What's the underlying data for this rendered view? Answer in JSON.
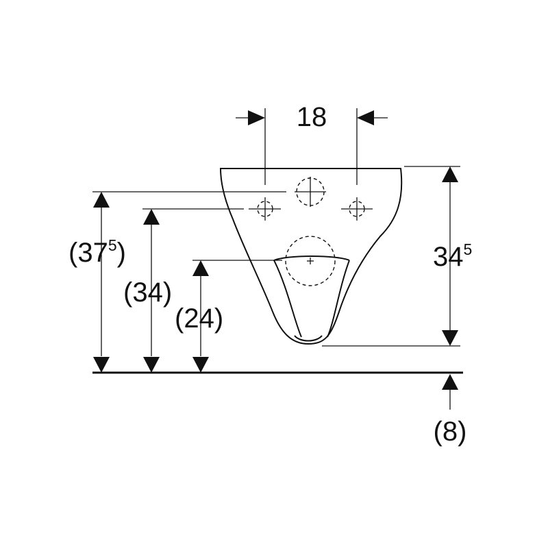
{
  "dimensions": {
    "spacing": "18",
    "height_left": {
      "base": "(37",
      "sup": "5",
      "close": ")"
    },
    "height_mid": "(34)",
    "height_inlet": "(24)",
    "depth_right": {
      "base": "34",
      "sup": "5"
    },
    "floor_offset": "(8)"
  }
}
